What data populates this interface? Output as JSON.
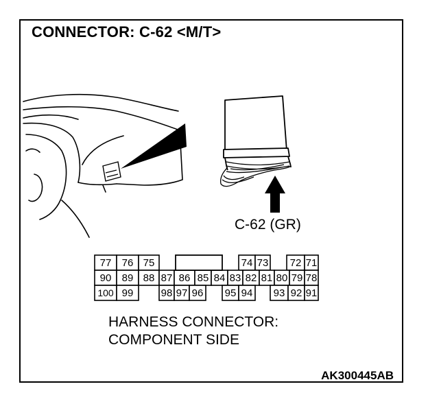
{
  "title": "CONNECTOR: C-62 <M/T>",
  "connector_label": "C-62 (GR)",
  "caption_line1": "HARNESS CONNECTOR:",
  "caption_line2": "COMPONENT SIDE",
  "figure_id": "AK300445AB",
  "pins": {
    "top_left": [
      "77",
      "76",
      "75"
    ],
    "top_mid": [
      "74",
      "73"
    ],
    "top_right": [
      "72",
      "71"
    ],
    "middle": [
      "90",
      "89",
      "88",
      "87",
      "86",
      "85",
      "84",
      "83",
      "82",
      "81",
      "80",
      "79",
      "78"
    ],
    "bottom_left": [
      "100",
      "99"
    ],
    "bottom_mid1": [
      "98",
      "97",
      "96"
    ],
    "bottom_mid2": [
      "95",
      "94"
    ],
    "bottom_right": [
      "93",
      "92",
      "91"
    ]
  }
}
